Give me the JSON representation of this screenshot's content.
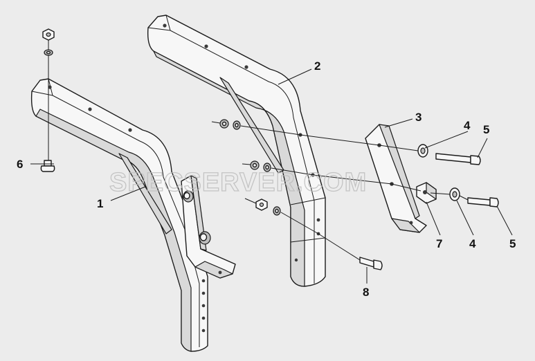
{
  "watermark": "SPECSERVER.COM",
  "callouts": {
    "c1": "1",
    "c2": "2",
    "c3": "3",
    "c4a": "4",
    "c4b": "4",
    "c5a": "5",
    "c5b": "5",
    "c6": "6",
    "c7": "7",
    "c8": "8"
  }
}
